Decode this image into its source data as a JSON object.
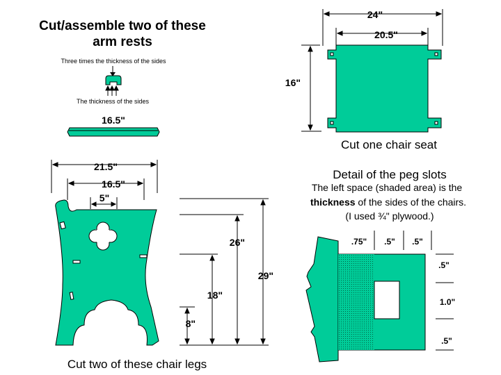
{
  "colors": {
    "wood": "#00CC99",
    "outline": "#000000",
    "background": "#FFFFFF"
  },
  "arm_rests": {
    "title_line1": "Cut/assemble two of these",
    "title_line2": "arm rests",
    "note_top": "Three times the thickness of the sides",
    "note_bottom": "The thickness of the sides",
    "length": "16.5\""
  },
  "seat": {
    "width_outer": "24\"",
    "width_inner": "20.5\"",
    "depth": "16\"",
    "caption": "Cut one chair seat"
  },
  "legs": {
    "width_top": "21.5\"",
    "width_mid": "16.5\"",
    "notch": "5\"",
    "height_total": "29\"",
    "height_seat": "26\"",
    "height_arm": "18\"",
    "height_arch": "8\"",
    "caption": "Cut two of these chair legs"
  },
  "peg_detail": {
    "title": "Detail of the peg slots",
    "desc_line1": "The left space (shaded area) is the",
    "desc_bold": "thickness",
    "desc_line2_rest": " of the sides of the chairs.",
    "desc_line3": "(I used ¾\" plywood.)",
    "dims_h": [
      ".75\"",
      ".5\"",
      ".5\""
    ],
    "dims_v": [
      ".5\"",
      "1.0\"",
      ".5\""
    ]
  }
}
